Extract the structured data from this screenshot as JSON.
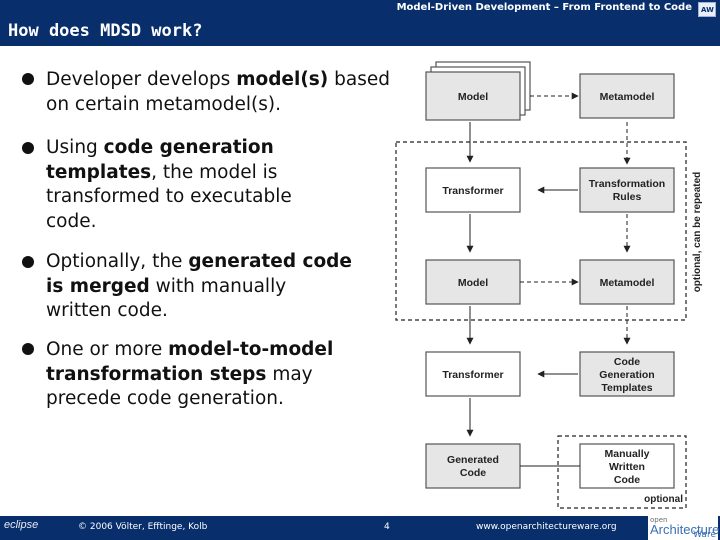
{
  "header": {
    "running_title": "Model-Driven Development – From Frontend to Code",
    "slide_title": "How does MDSD work?",
    "logo_text": "AW"
  },
  "bullets": [
    {
      "parts": [
        {
          "t": "Developer develops ",
          "b": false
        },
        {
          "t": "model(s)",
          "b": true
        },
        {
          "t": " based on certain metamodel(s).",
          "b": false
        }
      ]
    },
    {
      "parts": [
        {
          "t": "Using ",
          "b": false
        },
        {
          "t": "code generation templates",
          "b": true
        },
        {
          "t": ", the model is transformed to executable code.",
          "b": false
        }
      ]
    },
    {
      "parts": [
        {
          "t": "Optionally, the ",
          "b": false
        },
        {
          "t": "generated code is merged",
          "b": true
        },
        {
          "t": " with manually written code.",
          "b": false
        }
      ]
    },
    {
      "parts": [
        {
          "t": "One or more ",
          "b": false
        },
        {
          "t": "model-to-model transformation steps",
          "b": true
        },
        {
          "t": " may precede code generation.",
          "b": false
        }
      ]
    }
  ],
  "diagram": {
    "model_1": "Model",
    "metamodel_1": "Metamodel",
    "transformer_1": "Transformer",
    "transformation_rules_line1": "Transformation",
    "transformation_rules_line2": "Rules",
    "model_2": "Model",
    "metamodel_2": "Metamodel",
    "transformer_2": "Transformer",
    "code_gen_templates_line1": "Code",
    "code_gen_templates_line2": "Generation",
    "code_gen_templates_line3": "Templates",
    "generated_code_line1": "Generated",
    "generated_code_line2": "Code",
    "manually_written_line1": "Manually",
    "manually_written_line2": "Written",
    "manually_written_line3": "Code",
    "optional_repeat_label": "optional, can be repeated",
    "optional_label": "optional"
  },
  "footer": {
    "copyright": "© 2006 Völter, Efftinge, Kolb",
    "page_number": "4",
    "url": "www.openarchitectureware.org",
    "eclipse_logo_text": "eclipse",
    "oaw_logo_small": "open",
    "oaw_logo_big": "Architecture",
    "oaw_logo_ware": "Ware"
  }
}
